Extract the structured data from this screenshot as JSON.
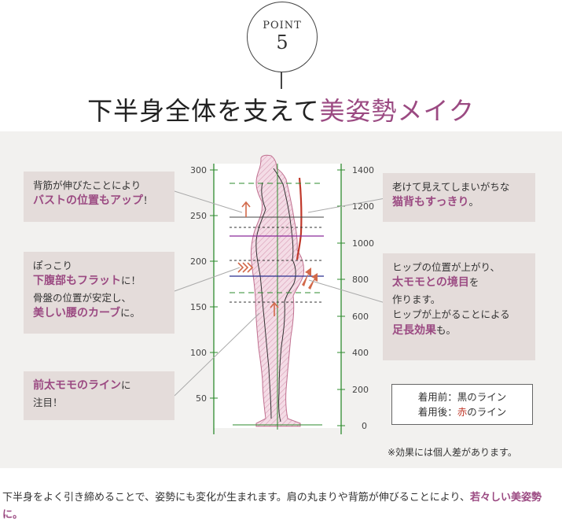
{
  "badge": {
    "label": "POINT",
    "number": "5"
  },
  "headline": {
    "main": "下半身全体を支えて",
    "accent": "美姿勢メイク"
  },
  "diagram": {
    "left_scale_ticks": [
      "300",
      "250",
      "200",
      "150",
      "100",
      "50"
    ],
    "right_scale_ticks": [
      "1400",
      "1200",
      "1000",
      "800",
      "600",
      "400",
      "200",
      "0"
    ]
  },
  "callouts": {
    "bust": {
      "line1": "背筋が伸びたことにより",
      "em": "バストの位置もアップ",
      "tail": "！"
    },
    "abdomen": {
      "line1": "ぽっこり",
      "em1": "下腹部もフラット",
      "tail1": "に！",
      "line3": "骨盤の位置が安定し、",
      "em2": "美しい腰のカーブ",
      "tail2": "に。"
    },
    "thigh_front": {
      "em": "前太モモのライン",
      "tail": "に",
      "line2": "注目！"
    },
    "back": {
      "line1": "老けて見えてしまいがちな",
      "em": "猫背もすっきり",
      "tail": "。"
    },
    "hip": {
      "line1": "ヒップの位置が上がり、",
      "em1": "太モモとの境目",
      "tail1": "を",
      "line3": "作ります。",
      "line4": "ヒップが上がることによる",
      "em2": "足長効果",
      "tail2": "も。"
    }
  },
  "legend": {
    "before": "着用前：黒のライン",
    "after_prefix": "着用後：",
    "after_red": "赤",
    "after_suffix": "のライン"
  },
  "note": "※効果には個人差があります。",
  "footer": {
    "text": "下半身をよく引き締めることで、姿勢にも変化が生まれます。肩の丸まりや背筋が伸びることにより、",
    "accent": "若々しい美姿勢に。"
  },
  "colors": {
    "accent": "#9b4a82",
    "red_line": "#c0392b",
    "grid_green": "#2e8b2e",
    "panel_bg": "#f2f1ef",
    "box_bg": "#e4dcda"
  }
}
